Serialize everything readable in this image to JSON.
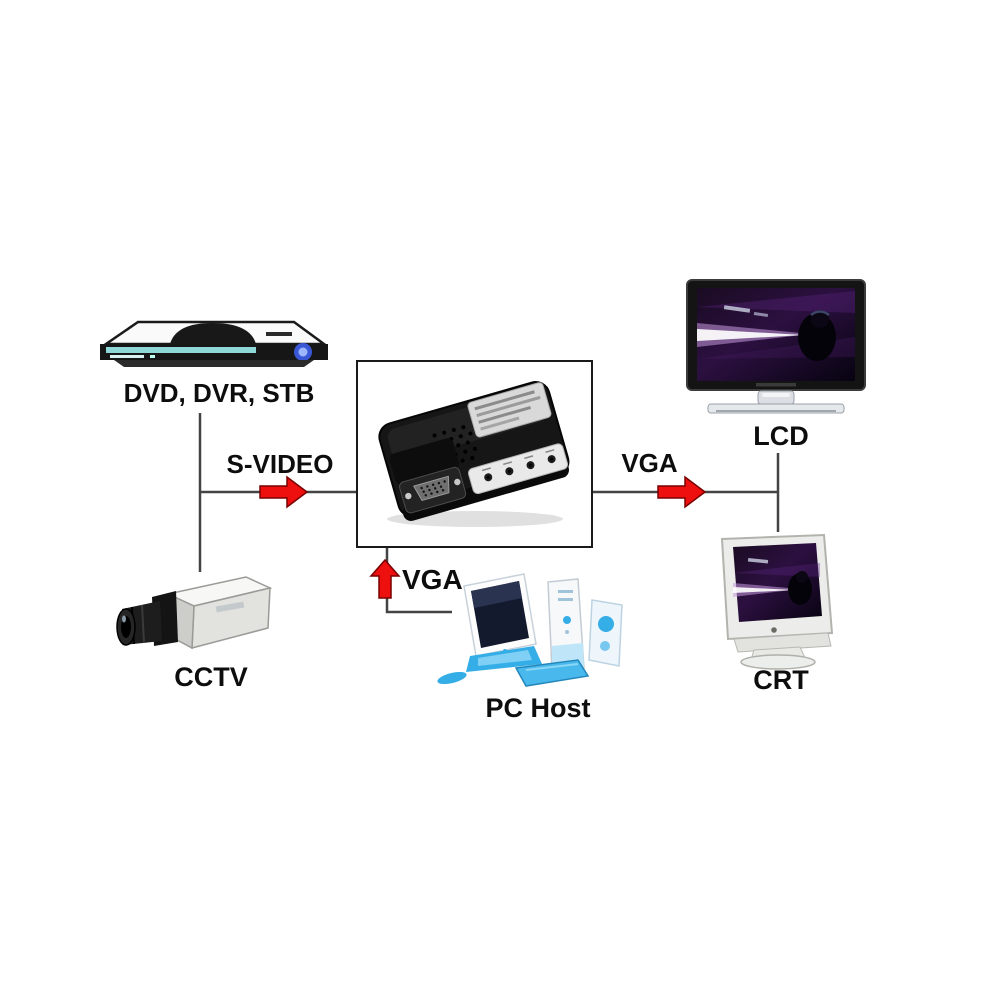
{
  "diagram": {
    "type": "connection-diagram",
    "subject": "S-Video / VGA to VGA converter hookup",
    "sources": {
      "dvd": {
        "label": "DVD, DVR, STB"
      },
      "cctv": {
        "label": "CCTV"
      },
      "pc": {
        "label": "PC Host"
      }
    },
    "outputs": {
      "lcd": {
        "label": "LCD"
      },
      "crt": {
        "label": "CRT"
      }
    },
    "links": {
      "svideo": {
        "label": "S-VIDEO",
        "direction": "right"
      },
      "vga_out": {
        "label": "VGA",
        "direction": "right"
      },
      "vga_in": {
        "label": "VGA",
        "direction": "up"
      }
    },
    "colors": {
      "arrow": "#ee0f0f",
      "arrow_outline": "#7a0000",
      "line": "#444444",
      "border": "#1a1a1a",
      "label_text": "#0d0d0d",
      "bg": "#ffffff"
    }
  }
}
